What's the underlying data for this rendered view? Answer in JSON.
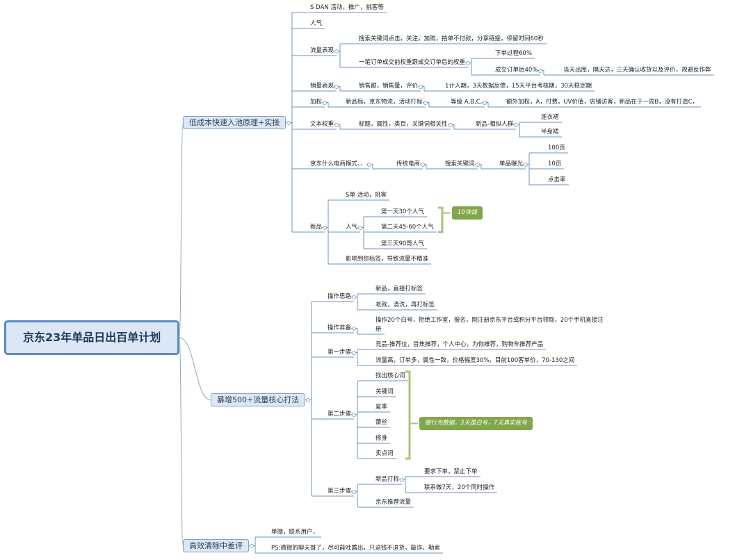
{
  "root": "京东23年单品日出百单计划",
  "b1": {
    "label": "低成本快速入池原理+实操",
    "sdan": "S DAN  活动，推广，挑客等",
    "renqi": "人气",
    "liuliang": {
      "label": "流量表现",
      "sousuo": "搜索关键词点击，关注，加购，拍单不付款，分享链接，停留时间60秒",
      "yibi": "一笔订单成交前权重跟成交订单后的权重",
      "xiadan": "下单过程60%",
      "chengjiao": "成交订单后40%",
      "dangtian": "当天出库，隔天达，三天确认收货以及评价，规避反作弊"
    },
    "xiaoliang": {
      "label": "销量表现",
      "item": "销售额，销售量，评价",
      "period": "1计入期，3天数据反馈，15天平台考核期，30天稳定期"
    },
    "jiaquan": {
      "label": "加权",
      "item": "新品标，京东物流，活动打标",
      "level": "等级 A,B,C,",
      "extra": "额外加权，A，付费，UV价值，店铺访客，新品在于一周B，没有打造C，"
    },
    "wenben": {
      "label": "文本权重",
      "item": "标题，属性，类目，关键词相关性",
      "similar": "新品-相似人群",
      "lianyiqun": "连衣裙",
      "banshenqun": "半身裙"
    },
    "jd": {
      "label": "京东什么电商模式、、",
      "chuantong": "传统电商",
      "sousuoci": "搜索关键词",
      "baoguang": "单品曝光",
      "p100": "100页",
      "p10": "10页",
      "click": "点击率"
    },
    "xinpin": {
      "label": "新品",
      "s": "S单 活动，挑客",
      "renqi": "人气",
      "d1": "第一天30个人气",
      "d2": "第二天45-60个人气",
      "d3": "第三天90哥人气",
      "note": "10块钱",
      "impact": "影响到你标签，导致流量不精准"
    }
  },
  "b2": {
    "label": "暴增500+流量核心打法",
    "silu": {
      "label": "操作思路",
      "new": "新品，直接打标签",
      "old": "老款，清洗，再打标签"
    },
    "zhunbei": {
      "label": "操作准备",
      "line1": "操作20个白号，拒绝工作室，报名，刚注册京东平台或积分平台领取，20个手机直接注",
      "line2": "册"
    },
    "s1": {
      "label": "第一步骤",
      "a": "竞品-推荐位，首焦推荐，个人中心，为你推荐，购物车推荐产品",
      "b": "流量高，订单多，属性一致，价格幅度30%，目前100客单价，70-130之间"
    },
    "s2": {
      "label": "第二步骤",
      "items": [
        "找出核心词",
        "关键词",
        "夏季",
        "蕾丝",
        "修身",
        "卖点词"
      ],
      "note": "做行为数据，3天是白号，7天真实账号"
    },
    "s3": {
      "label": "第三步骤",
      "dabiao": "新品打标",
      "req": "要求下单，禁止下单",
      "contact": "联系做7天，20个同时操作",
      "jd": "京东推荐流量"
    }
  },
  "b3": {
    "label": "高效清除中差评",
    "a": "单微，联系用户，",
    "b": "PS:微微的聊天哥了，尽可能吐露出，只退钱不退货，敲诈，勒索"
  }
}
